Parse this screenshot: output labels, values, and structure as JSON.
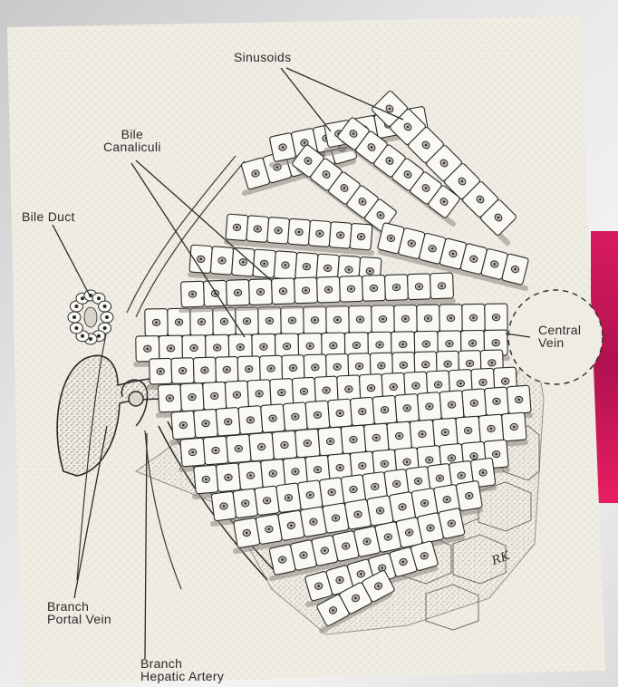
{
  "labels": {
    "sinusoids": "Sinusoids",
    "bile_canaliculi": [
      "Bile",
      "Canaliculi"
    ],
    "bile_duct": "Bile Duct",
    "central_vein": [
      "Central",
      "Vein"
    ],
    "branch_portal_vein": [
      "Branch",
      "Portal Vein"
    ],
    "branch_hepatic_artery": [
      "Branch",
      "Hepatic Artery"
    ],
    "signature": "RK"
  },
  "colors": {
    "paper": "#efece3",
    "ink": "#2a2a2a",
    "cell_fill": "#faf8f2",
    "sinusoid_shade": "#8c8880",
    "photo_edge": "#c2185b"
  }
}
